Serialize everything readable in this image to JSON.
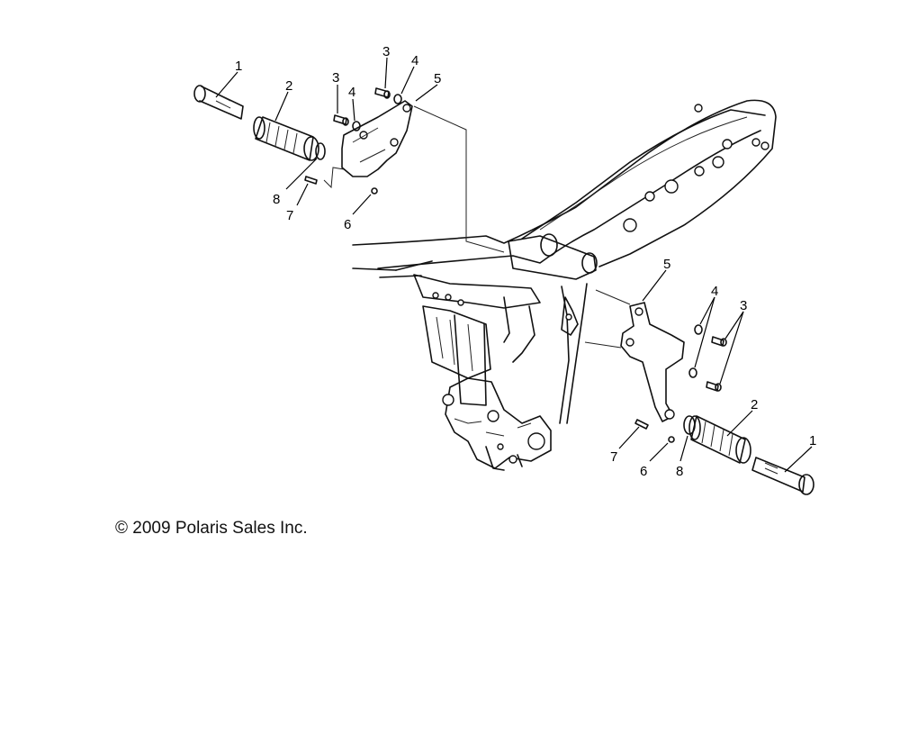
{
  "callouts": {
    "left": {
      "c1": "1",
      "c2": "2",
      "c3a": "3",
      "c3b": "3",
      "c4a": "4",
      "c4b": "4",
      "c5": "5",
      "c6": "6",
      "c7": "7",
      "c8": "8"
    },
    "right": {
      "c1": "1",
      "c2": "2",
      "c3": "3",
      "c4": "4",
      "c5": "5",
      "c6": "6",
      "c7": "7",
      "c8": "8"
    }
  },
  "copyright": "© 2009 Polaris Sales Inc."
}
